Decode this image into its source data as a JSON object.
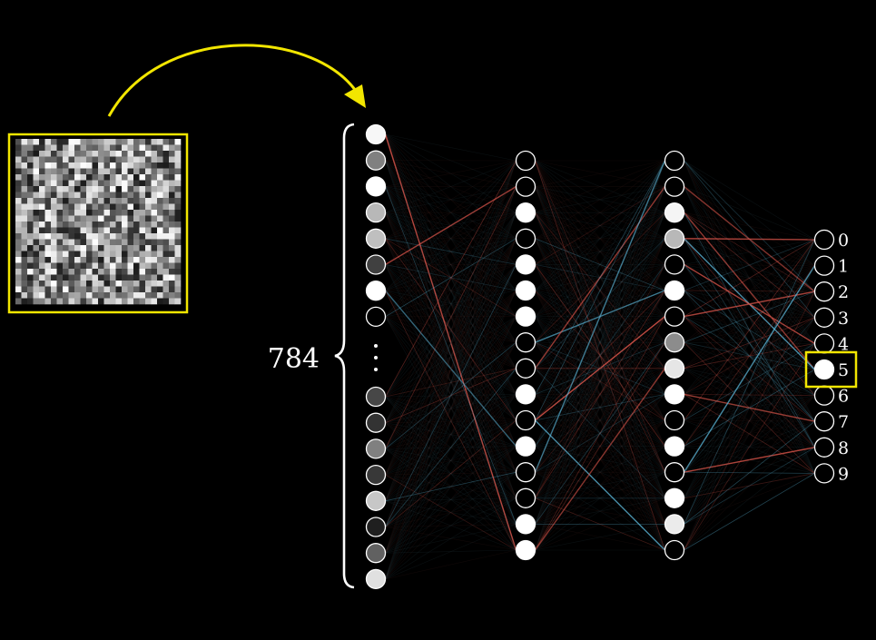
{
  "input_image": {
    "grid_size": 28,
    "frame_color": "#f2e600"
  },
  "arrow": {
    "color": "#f2e600"
  },
  "input_count_label": "784",
  "colors": {
    "positive_weight": "#5ab4d6",
    "negative_weight": "#e0574c",
    "neuron_stroke": "#ffffff",
    "highlight_box": "#f2e600",
    "background": "#000000"
  },
  "layers": [
    {
      "name": "input",
      "shown_activations_top": [
        0.97,
        0.5,
        1.0,
        0.72,
        0.75,
        0.25,
        1.0,
        0.0
      ],
      "ellipsis": true,
      "shown_activations_bottom": [
        0.28,
        0.2,
        0.5,
        0.22,
        0.78,
        0.12,
        0.38,
        0.88
      ]
    },
    {
      "name": "hidden-1",
      "activations": [
        0.0,
        0.0,
        1.0,
        0.0,
        1.0,
        1.0,
        1.0,
        0.0,
        0.0,
        1.0,
        0.0,
        1.0,
        0.0,
        0.0,
        1.0,
        1.0
      ]
    },
    {
      "name": "hidden-2",
      "activations": [
        0.0,
        0.0,
        0.96,
        0.72,
        0.0,
        1.0,
        0.0,
        0.55,
        0.9,
        1.0,
        0.0,
        1.0,
        0.0,
        1.0,
        0.92,
        0.0
      ]
    },
    {
      "name": "output",
      "labels": [
        "0",
        "1",
        "2",
        "3",
        "4",
        "5",
        "6",
        "7",
        "8",
        "9"
      ],
      "activations": [
        0.0,
        0.0,
        0.0,
        0.0,
        0.0,
        1.0,
        0.0,
        0.0,
        0.0,
        0.0
      ],
      "highlighted_index": 5
    }
  ]
}
